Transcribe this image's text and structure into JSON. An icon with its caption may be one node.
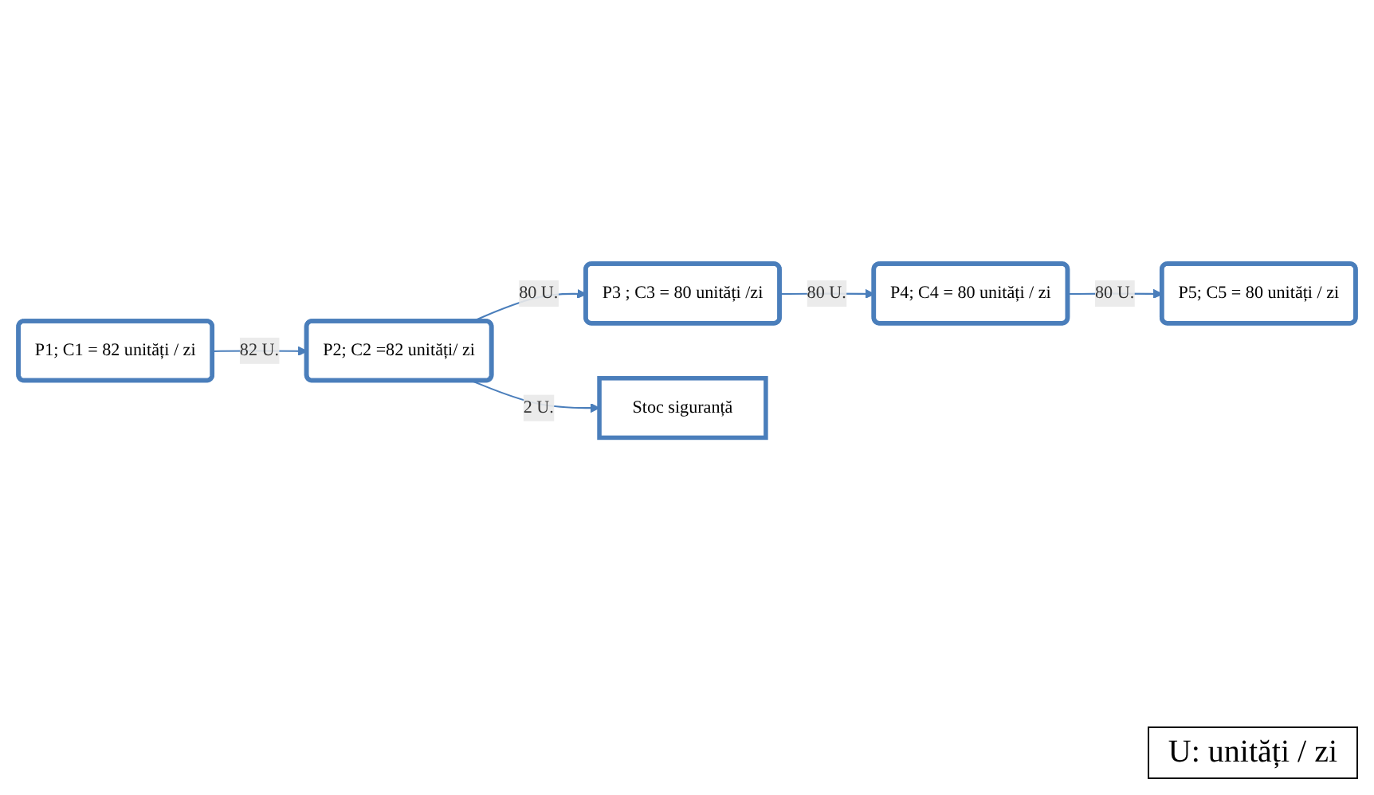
{
  "diagram": {
    "nodes": [
      {
        "text": [
          "P1; C1  = 82 unități / zi"
        ]
      },
      {
        "text": [
          "P2; C2 =82 unități/ zi"
        ]
      },
      {
        "text": [
          "P3 ; C3 = 80 unități /zi"
        ]
      },
      {
        "text": [
          "P4; C4 = 80 unități / zi"
        ]
      },
      {
        "text": [
          "P5; C5 = 80 unități / zi"
        ]
      },
      {
        "text": [
          "Stoc siguranță"
        ]
      }
    ],
    "edges": [
      {
        "from": 0,
        "to": 1,
        "arrow": "to",
        "label": "82 U."
      },
      {
        "from": 1,
        "to": 2,
        "arrow": "to",
        "label": "80 U."
      },
      {
        "from": 2,
        "to": 3,
        "arrow": "to",
        "label": "80 U."
      },
      {
        "from": 3,
        "to": 4,
        "arrow": "to",
        "label": "80 U."
      },
      {
        "from": 1,
        "to": 5,
        "arrow": "to",
        "label": "2 U."
      }
    ],
    "labels": [
      "U: unități / zi"
    ]
  }
}
